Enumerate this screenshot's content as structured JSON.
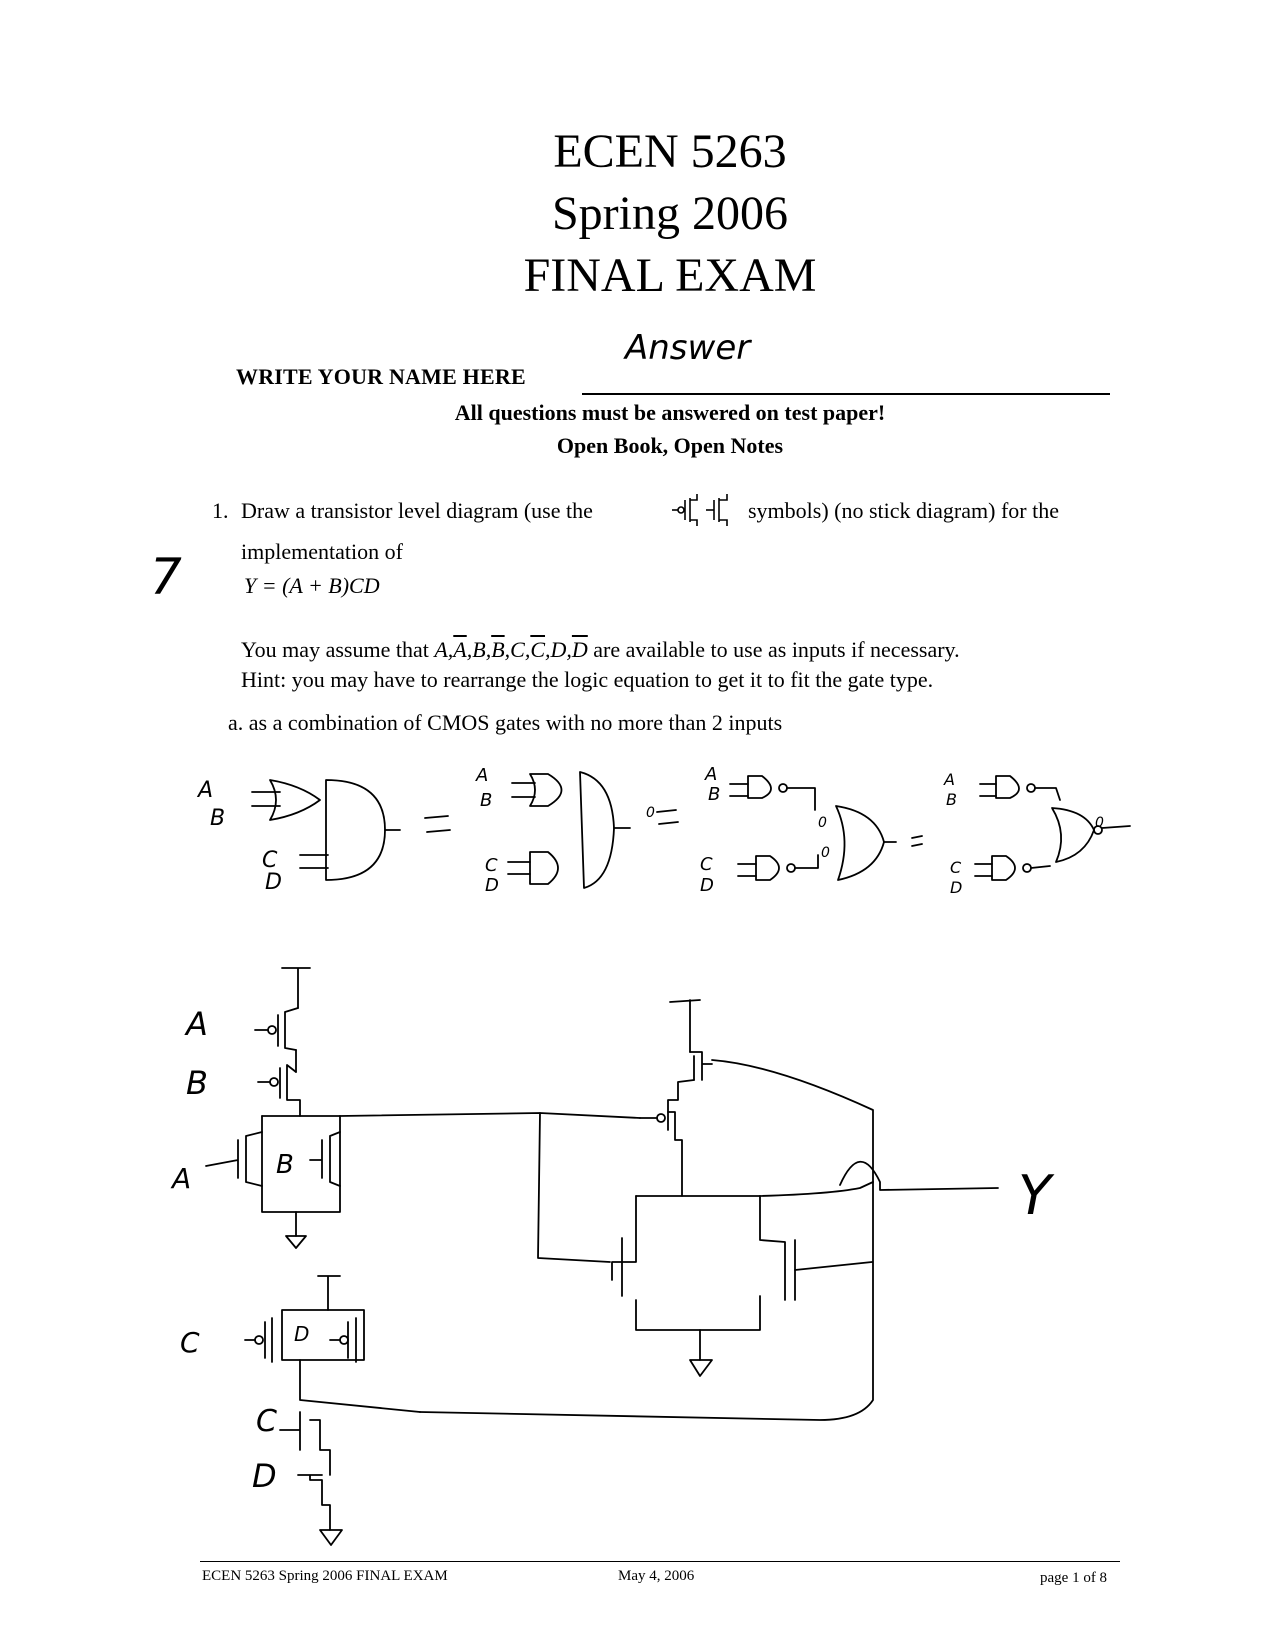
{
  "header": {
    "course": "ECEN 5263",
    "term": "Spring 2006",
    "exam": "FINAL EXAM"
  },
  "name_section": {
    "label": "WRITE YOUR NAME HERE",
    "value": "Answer"
  },
  "instructions": [
    "All questions must be answered on test paper!",
    "Open Book, Open Notes"
  ],
  "question1": {
    "number": "1.",
    "text_line1_start": "Draw a transistor level diagram (use the",
    "text_line1_end": "symbols) (no stick diagram) for the",
    "text_line2": "implementation of",
    "equation": "Y = (A + B)CD",
    "score_mark": "7",
    "assume_prefix": "You may assume that ",
    "inputs": [
      {
        "t": "A",
        "bar": false
      },
      {
        "t": ",",
        "bar": false
      },
      {
        "t": "A",
        "bar": true
      },
      {
        "t": ",",
        "bar": false
      },
      {
        "t": "B",
        "bar": false
      },
      {
        "t": ",",
        "bar": false
      },
      {
        "t": "B",
        "bar": true
      },
      {
        "t": ",",
        "bar": false
      },
      {
        "t": "C",
        "bar": false
      },
      {
        "t": ",",
        "bar": false
      },
      {
        "t": "C",
        "bar": true
      },
      {
        "t": ",",
        "bar": false
      },
      {
        "t": "D",
        "bar": false
      },
      {
        "t": ",",
        "bar": false
      },
      {
        "t": "D",
        "bar": true
      }
    ],
    "assume_suffix": " are available to use as inputs if necessary.",
    "hint": "Hint:  you may have to rearrange the logic equation to get it to fit the gate type.",
    "part_a": "a.  as a combination of CMOS gates with no more than 2 inputs"
  },
  "handwritten": {
    "gate_labels": [
      "A",
      "B",
      "C",
      "D",
      "A",
      "B",
      "C",
      "D",
      "A",
      "B",
      "C",
      "D",
      "A",
      "B",
      "C",
      "D"
    ],
    "equals": "=",
    "bubble_marks": [
      "0",
      "0",
      "0",
      "0"
    ],
    "transistor_labels": {
      "pmos_a": "A",
      "pmos_b": "B",
      "nmos_a": "A",
      "nmos_b": "B",
      "pmos_c": "C",
      "pmos_d": "D",
      "nmos_c": "C",
      "nmos_d": "D"
    },
    "output": "Y"
  },
  "footer": {
    "left": "ECEN 5263 Spring 2006 FINAL EXAM",
    "center": "May 4, 2006",
    "right": "page 1 of 8"
  }
}
